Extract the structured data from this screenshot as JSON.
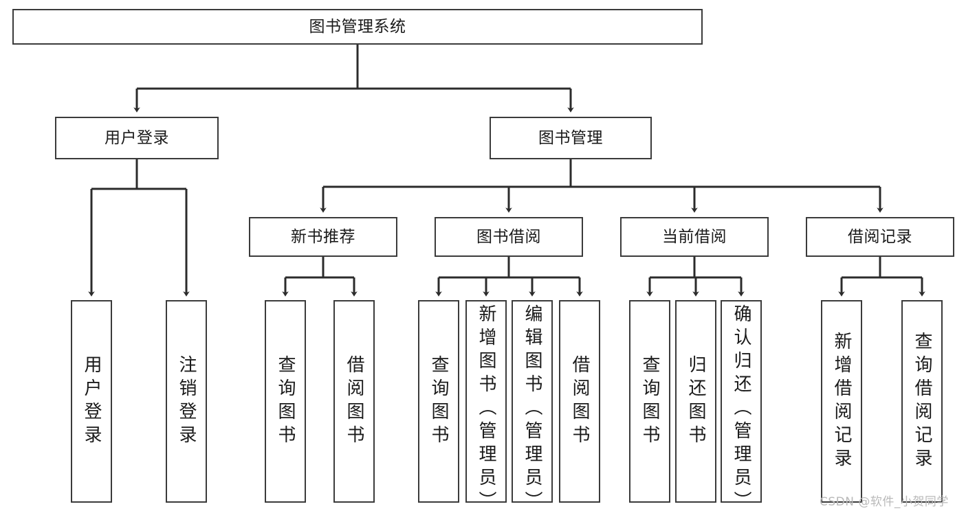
{
  "diagram": {
    "type": "tree-hierarchy-chart",
    "title": "图书管理系统",
    "watermark": "CSDN @软件_小贺同学",
    "colors": {
      "box_border": "#3a3a3a",
      "box_fill": "#ffffff",
      "edge": "#2b2b2b",
      "text": "#1a1a1a",
      "watermark": "#b9b9b9",
      "background": "#ffffff"
    },
    "levels": {
      "root": {
        "label": "图书管理系统"
      },
      "level2": [
        {
          "id": "user-login",
          "label": "用户登录"
        },
        {
          "id": "book-management",
          "label": "图书管理"
        }
      ],
      "level3": [
        {
          "id": "new-book-recommend",
          "label": "新书推荐"
        },
        {
          "id": "book-borrow",
          "label": "图书借阅"
        },
        {
          "id": "current-borrow",
          "label": "当前借阅"
        },
        {
          "id": "borrow-record",
          "label": "借阅记录"
        }
      ],
      "leaves": {
        "user_login": [
          {
            "id": "leaf-user-login",
            "label": "用户登录"
          },
          {
            "id": "leaf-logout-login",
            "label": "注销登录"
          }
        ],
        "new_book_recommend": [
          {
            "id": "leaf-query-book-1",
            "label": "查询图书"
          },
          {
            "id": "leaf-borrow-book-1",
            "label": "借阅图书"
          }
        ],
        "book_borrow": [
          {
            "id": "leaf-query-book-2",
            "label": "查询图书"
          },
          {
            "id": "leaf-add-book-admin",
            "label": "新增图书（管理员）"
          },
          {
            "id": "leaf-edit-book-admin",
            "label": "编辑图书（管理员）"
          },
          {
            "id": "leaf-borrow-book-2",
            "label": "借阅图书"
          }
        ],
        "current_borrow": [
          {
            "id": "leaf-query-book-3",
            "label": "查询图书"
          },
          {
            "id": "leaf-return-book",
            "label": "归还图书"
          },
          {
            "id": "leaf-confirm-return-admin",
            "label": "确认归还（管理员）"
          }
        ],
        "borrow_record": [
          {
            "id": "leaf-add-borrow-record",
            "label": "新增借阅记录"
          },
          {
            "id": "leaf-query-borrow-record",
            "label": "查询借阅记录"
          }
        ]
      }
    }
  }
}
